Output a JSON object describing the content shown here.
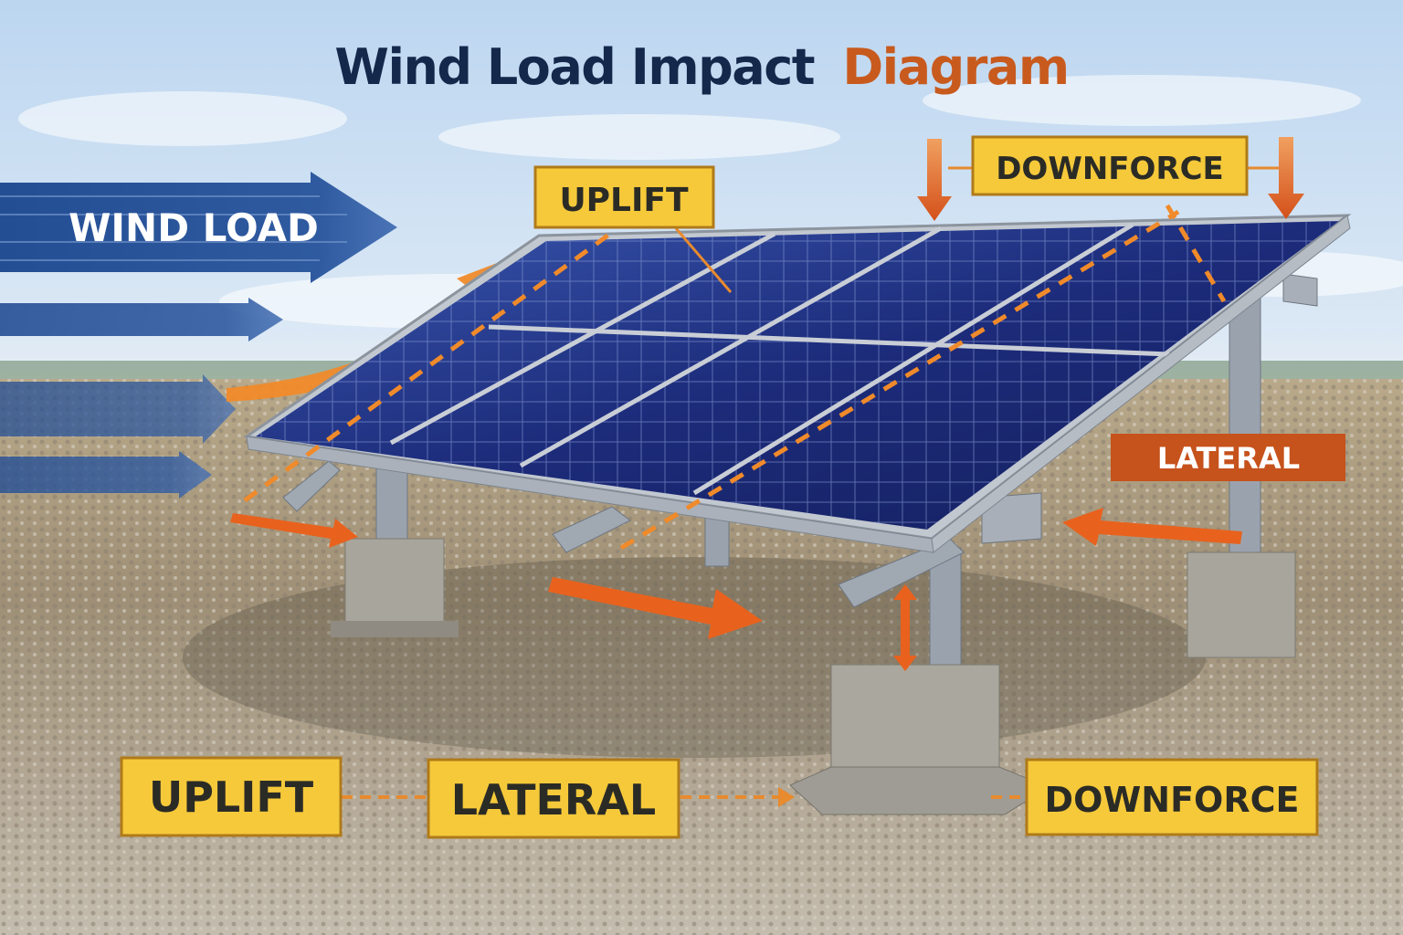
{
  "title": {
    "part1": "Wind Load Impact",
    "part2": "Diagram",
    "color_main": "#14284b",
    "color_accent": "#c85a1e"
  },
  "wind": {
    "label": "WIND LOAD",
    "color": "#2f5aa0"
  },
  "callouts": {
    "uplift_top": "UPLIFT",
    "downforce_top": "DOWNFORCE",
    "lateral_right": "LATERAL"
  },
  "legend": {
    "items": [
      {
        "label": "UPLIFT"
      },
      {
        "label": "LATERAL"
      },
      {
        "label": "DOWNFORCE"
      }
    ]
  },
  "colors": {
    "label_fill": "#f5c93a",
    "label_border": "#b07a1a",
    "force_arrow": "#e8621e",
    "lateral_box": "#c6521c",
    "panel": "#1b2a78",
    "frame": "#b8bec6"
  }
}
